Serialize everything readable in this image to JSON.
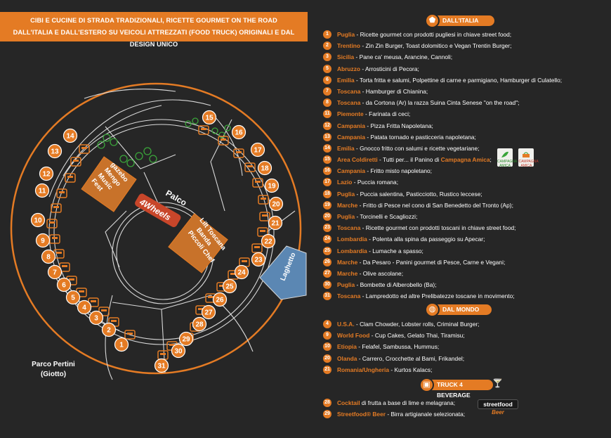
{
  "banner": {
    "line1": "CIBI E CUCINE DI STRADA TRADIZIONALI, RICETTE GOURMET ON THE ROAD",
    "line2": "DALL'ITALIA E DALL'ESTERO SU VEICOLI ATTREZZATI (FOOD TRUCK) ORIGINALI E DAL DESIGN UNICO"
  },
  "map": {
    "stage_label": "Palco",
    "logo_text": "4Wheels",
    "gazebo_label": "gazebo Mengo Music Fest",
    "lilt_label": "Lilt Toscana Banda Piccoli Chef",
    "lake_label": "Laghetto",
    "park_label_line1": "Parco Pertini",
    "park_label_line2": "(Giotto)",
    "colors": {
      "accent": "#e47b24",
      "background": "#262626",
      "paths": "#d9d9d9",
      "lake": "#5b87b3",
      "trees": "#3aa43a"
    },
    "markers": [
      "1",
      "2",
      "3",
      "4",
      "5",
      "6",
      "7",
      "8",
      "9",
      "10",
      "11",
      "12",
      "13",
      "14",
      "15",
      "16",
      "17",
      "18",
      "19",
      "20",
      "21",
      "22",
      "23",
      "24",
      "25",
      "26",
      "27",
      "28",
      "29",
      "30",
      "31"
    ]
  },
  "sections": {
    "italia": {
      "title": "DALL'ITALIA",
      "icon": "italy-map-icon",
      "items": [
        {
          "num": "1",
          "region": "Puglia",
          "desc": " - Ricette gourmet con prodotti pugliesi in chiave street food;"
        },
        {
          "num": "2",
          "region": "Trentino",
          "desc": " - Zin Zin Burger, Toast dolomitico e Vegan Trentin Burger;"
        },
        {
          "num": "3",
          "region": "Sicilia",
          "desc": " - Pane ca' meusa, Arancine, Cannoli;"
        },
        {
          "num": "5",
          "region": "Abruzzo",
          "desc": " - Arrosticini di Pecora;"
        },
        {
          "num": "6",
          "region": "Emilia",
          "desc": " - Torta fritta e salumi, Polpettine di carne e parmigiano, Hamburger di Culatello;"
        },
        {
          "num": "7",
          "region": "Toscana",
          "desc": " - Hamburger di Chianina;"
        },
        {
          "num": "8",
          "region": "Toscana",
          "desc": " - da Cortona (Ar) la razza Suina Cinta Senese \"on the road\";"
        },
        {
          "num": "11",
          "region": "Piemonte",
          "desc": " - Farinata di ceci;"
        },
        {
          "num": "12",
          "region": "Campania",
          "desc": " - Pizza Fritta Napoletana;"
        },
        {
          "num": "13",
          "region": "Campania",
          "desc": " - Patata tornado e pasticceria napoletana;"
        },
        {
          "num": "14",
          "region": "Emilia",
          "desc": " - Gnocco fritto con salumi e ricette vegetariane;"
        },
        {
          "num": "15",
          "region": "Area Coldiretti",
          "desc": " - Tutti per... il Panino di ",
          "extra": "Campagna Amica",
          "tail": ";"
        },
        {
          "num": "16",
          "region": "Campania",
          "desc": " - Fritto misto napoletano;"
        },
        {
          "num": "17",
          "region": "Lazio",
          "desc": " - Puccia romana;"
        },
        {
          "num": "18",
          "region": "Puglia",
          "desc": " - Puccia salentina, Pasticciotto, Rustico leccese;"
        },
        {
          "num": "19",
          "region": "Marche",
          "desc": " - Fritto di Pesce nel cono di San Benedetto del Tronto (Ap);"
        },
        {
          "num": "20",
          "region": "Puglia",
          "desc": " - Torcinelli e Scagliozzi;"
        },
        {
          "num": "23",
          "region": "Toscana",
          "desc": " - Ricette gourmet con prodotti toscani in chiave street food;"
        },
        {
          "num": "24",
          "region": "Lombardia",
          "desc": " - Polenta alla spina da passeggio su Apecar;"
        },
        {
          "num": "25",
          "region": "Lombardia",
          "desc": " - Lumache a spasso;"
        },
        {
          "num": "26",
          "region": "Marche",
          "desc": " - Da Pesaro - Panini gourmet di Pesce, Carne e Vegani;"
        },
        {
          "num": "27",
          "region": "Marche",
          "desc": " - Olive ascolane;"
        },
        {
          "num": "30",
          "region": "Puglia",
          "desc": " - Bombette di Alberobello (Ba);"
        },
        {
          "num": "31",
          "region": "Toscana",
          "desc": " - Lampredotto ed altre Prelibatezze toscane in movimento;"
        }
      ],
      "badges": [
        "CAMPAGNA AMICA",
        "CAMPAGNA AMICA"
      ]
    },
    "mondo": {
      "title": "DAL MONDO",
      "icon": "globe-icon",
      "items": [
        {
          "num": "4",
          "region": "U.S.A.",
          "desc": " - Clam Chowder, Lobster rolls, Criminal Burger;"
        },
        {
          "num": "9",
          "region": "World Food",
          "desc": " - Cup Cakes, Gelato Thai, Tiramisu;"
        },
        {
          "num": "10",
          "region": "Etiopia",
          "desc": " - Felafel, Sambussa, Hummus;"
        },
        {
          "num": "20",
          "region": "Olanda",
          "desc": " - Carrero, Crocchette al Bami, Frikandel;"
        },
        {
          "num": "21",
          "region": "Romania/Ungheria",
          "desc": " - Kurtos Kalacs;"
        }
      ]
    },
    "beverage": {
      "title": "TRUCK 4 BEVERAGE",
      "icon": "cocktail-icon",
      "items": [
        {
          "num": "28",
          "region": "Cocktail",
          "desc": " di frutta a base di lime e melagrana;"
        },
        {
          "num": "29",
          "region": "Streetfood® Beer",
          "desc": " - Birra artigianale selezionata;"
        }
      ],
      "logo_top": "streetfood",
      "logo_bottom": "Beer"
    }
  }
}
